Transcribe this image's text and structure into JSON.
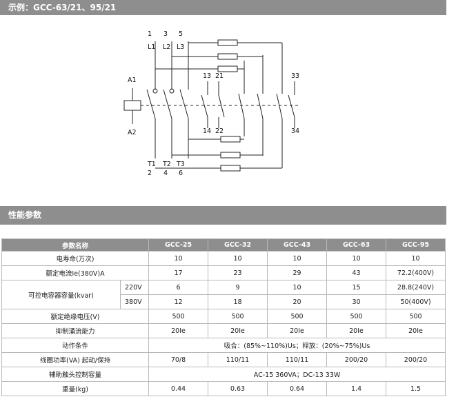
{
  "banners": {
    "example": "示例：GCC-63/21、95/21",
    "performance": "性能参数"
  },
  "diagram": {
    "top_numbers": [
      "1",
      "3",
      "5"
    ],
    "top_labels": [
      "L1",
      "L2",
      "L3"
    ],
    "bottom_labels": [
      "T1",
      "T2",
      "T3"
    ],
    "bottom_numbers": [
      "2",
      "4",
      "6"
    ],
    "coil_top": "A1",
    "coil_bottom": "A2",
    "aux_nc_top": "13",
    "aux_no_top": "21",
    "aux_nc_bottom": "14",
    "aux_no_bottom": "22",
    "aux2_top": "33",
    "aux2_bottom": "34"
  },
  "table": {
    "headers": [
      "参数名称",
      "GCC-25",
      "GCC-32",
      "GCC-43",
      "GCC-63",
      "GCC-95"
    ],
    "rows": {
      "life": {
        "label": "电寿命(万次)",
        "values": [
          "10",
          "10",
          "10",
          "10",
          "10"
        ]
      },
      "current": {
        "label": "额定电流Ie(380V)A",
        "values": [
          "17",
          "23",
          "29",
          "43",
          "72.2(400V)"
        ]
      },
      "capacity": {
        "label": "可控电容器容量(kvar)",
        "sub1": "220V",
        "values1": [
          "6",
          "9",
          "10",
          "15",
          "28.8(240V)"
        ],
        "sub2": "380V",
        "values2": [
          "12",
          "18",
          "20",
          "30",
          "50(400V)"
        ]
      },
      "insulation": {
        "label": "额定绝缘电压(V)",
        "values": [
          "500",
          "500",
          "500",
          "500",
          "500"
        ]
      },
      "inrush": {
        "label": "抑制涌流能力",
        "values": [
          "20Ie",
          "20Ie",
          "20Ie",
          "20Ie",
          "20Ie"
        ]
      },
      "condition": {
        "label": "动作条件",
        "value": "吸合：(85%~110%)Us；释放：(20%~75%)Us"
      },
      "coil_power": {
        "label": "线圈功率(VA)  起动/保持",
        "values": [
          "70/8",
          "110/11",
          "110/11",
          "200/20",
          "200/20"
        ]
      },
      "aux_capacity": {
        "label": "辅助触头控制容量",
        "value": "AC-15  360VA；DC-13  33W"
      },
      "weight": {
        "label": "重量(kg)",
        "values": [
          "0.44",
          "0.63",
          "0.64",
          "1.4",
          "1.5"
        ]
      }
    }
  }
}
